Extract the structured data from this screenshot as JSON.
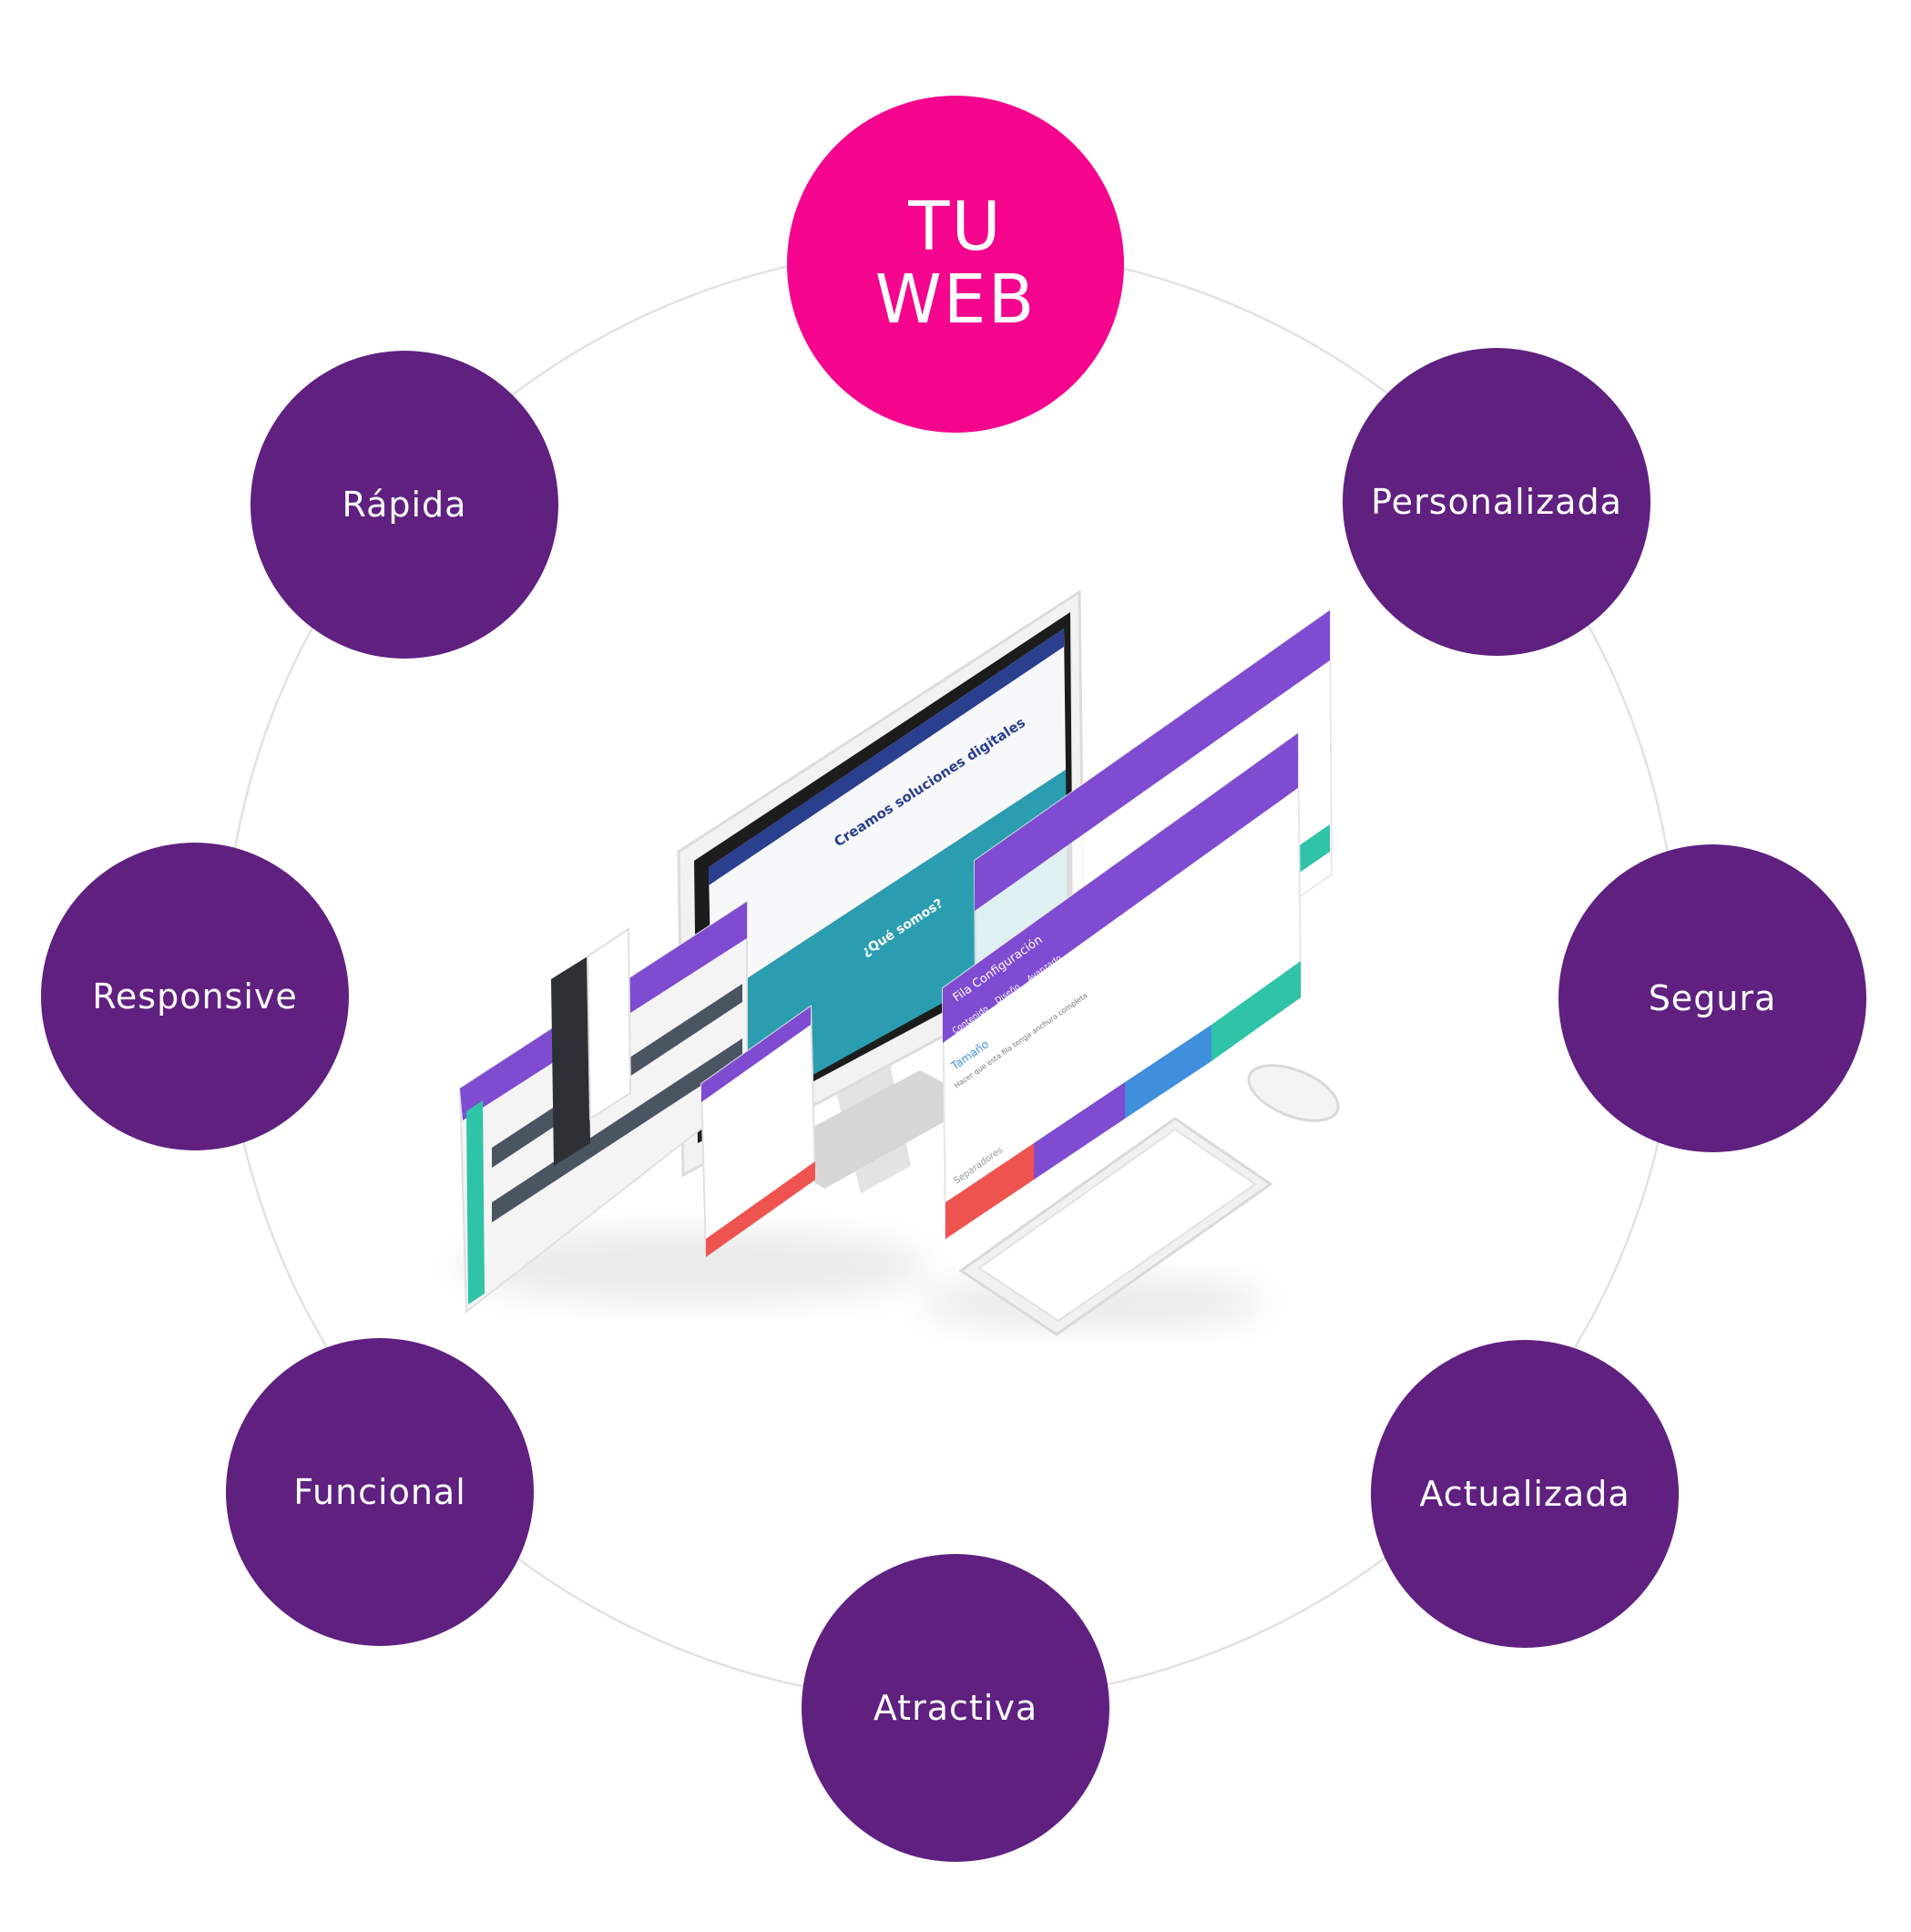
{
  "colors": {
    "ring": "#e2e2e2",
    "center_node": "#f5048d",
    "feature_node": "#5f2080",
    "node_text": "#ffffff",
    "panel_purple": "#7e4bd1",
    "panel_teal": "#2fc3a8",
    "panel_blue": "#3f8fdc",
    "panel_red": "#ef5350"
  },
  "center": {
    "line1": "TU",
    "line2": "WEB"
  },
  "features": [
    {
      "label": "Rápida"
    },
    {
      "label": "Personalizada"
    },
    {
      "label": "Responsive"
    },
    {
      "label": "Segura"
    },
    {
      "label": "Funcional"
    },
    {
      "label": "Actualizada"
    },
    {
      "label": "Atractiva"
    }
  ],
  "illustration": {
    "hero_title": "Creamos soluciones digitales",
    "section_title": "¿Qué somos?",
    "panel_title": "Fila Configuración",
    "tabs": [
      "Contenido",
      "Diseño",
      "Avanzado"
    ],
    "field_label": "Tamaño",
    "field_help": "Hacer que esta fila tenga anchura completa",
    "field_separator": "Separadores"
  }
}
